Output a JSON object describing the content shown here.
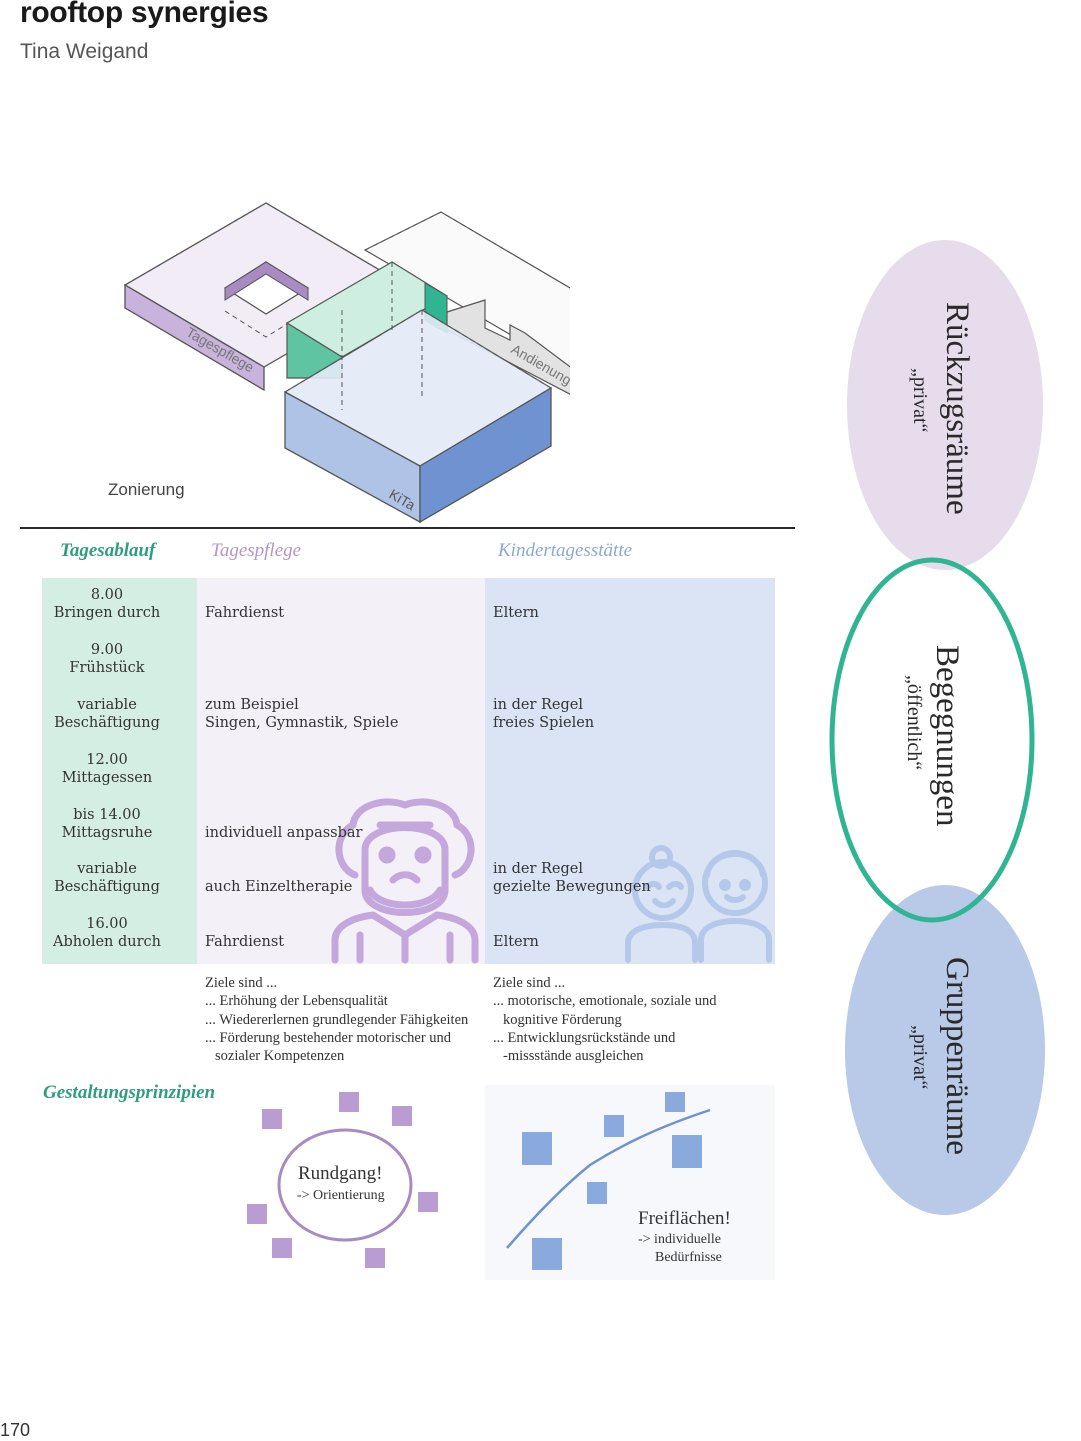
{
  "header": {
    "title": "rooftop synergies",
    "author": "Tina Weigand"
  },
  "diagram": {
    "caption": "Zonierung",
    "zones": [
      "Tagespflege",
      "Andienung",
      "KiTa"
    ]
  },
  "table": {
    "headers": {
      "schedule": "Tagesablauf",
      "care": "Tagespflege",
      "kita": "Kindertagesstätte"
    },
    "rows": [
      {
        "time": "8.00",
        "activity": "Bringen durch",
        "care1": "Fahrdienst",
        "care2": "",
        "kita1": "Eltern",
        "kita2": ""
      },
      {
        "time": "9.00",
        "activity": "Frühstück",
        "care1": "",
        "care2": "",
        "kita1": "",
        "kita2": ""
      },
      {
        "time": "variable",
        "activity": "Beschäftigung",
        "care1": "zum Beispiel",
        "care2": "Singen, Gymnastik, Spiele",
        "kita1": "in der Regel",
        "kita2": "freies Spielen"
      },
      {
        "time": "12.00",
        "activity": "Mittagessen",
        "care1": "",
        "care2": "",
        "kita1": "",
        "kita2": ""
      },
      {
        "time": "bis 14.00",
        "activity": "Mittagsruhe",
        "care1": "individuell anpassbar",
        "care2": "",
        "kita1": "",
        "kita2": ""
      },
      {
        "time": "variable",
        "activity": "Beschäftigung",
        "care1": "auch Einzeltherapie",
        "care2": "",
        "kita1": "in der Regel",
        "kita2": "gezielte Bewegungen"
      },
      {
        "time": "16.00",
        "activity": "Abholen durch",
        "care1": "Fahrdienst",
        "care2": "",
        "kita1": "Eltern",
        "kita2": ""
      }
    ]
  },
  "goals": {
    "care": [
      "Ziele sind ...",
      "... Erhöhung der Lebensqualität",
      "... Wiedererlernen grundlegender Fähigkeiten",
      "... Förderung bestehender motorischer und",
      "sozialer Kompetenzen"
    ],
    "kita": [
      "Ziele sind ...",
      "... motorische, emotionale, soziale und",
      "kognitive Förderung",
      "... Entwicklungsrückstände und",
      "-missstände ausgleichen"
    ]
  },
  "principles": {
    "heading": "Gestaltungsprinzipien",
    "rundgang_title": "Rundgang!",
    "rundgang_sub": "-> Orientierung",
    "frei_title": "Freiflächen!",
    "frei_sub1": "-> individuelle",
    "frei_sub2": "Bedürfnisse"
  },
  "spaces": [
    {
      "name": "Rückzugsräume",
      "sub": "„privat“",
      "color": "#e6dcec"
    },
    {
      "name": "Begegnungen",
      "sub": "„öffentlich“",
      "color": "#2fb592"
    },
    {
      "name": "Gruppenräume",
      "sub": "„privat“",
      "color": "#b9c9e8"
    }
  ],
  "colors": {
    "green": "#2f9e80",
    "lilac": "#a98bc4",
    "blue": "#6f92d0"
  },
  "footer": {
    "page_number": "170"
  }
}
